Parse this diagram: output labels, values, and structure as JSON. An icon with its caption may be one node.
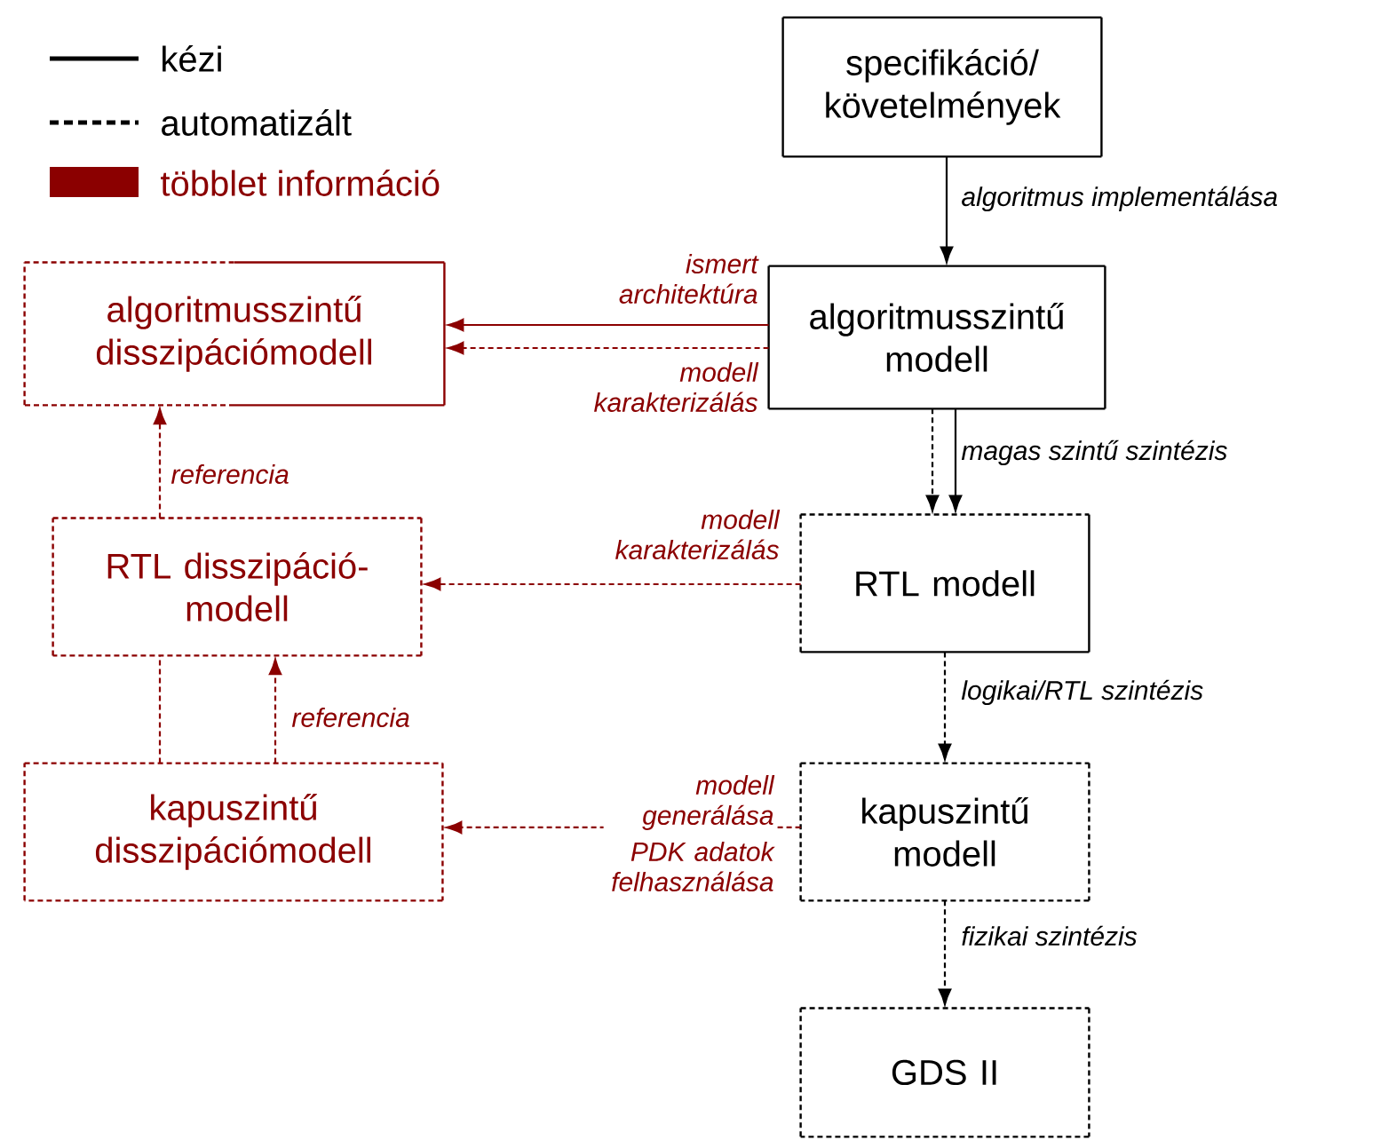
{
  "diagram": {
    "nodes": [
      {
        "text": [
          "specifikáció/ követelmények"
        ]
      },
      {
        "text": [
          "algoritmusszintű modell"
        ]
      },
      {
        "text": [
          "RTL modell"
        ]
      },
      {
        "text": [
          "kapuszintű modell"
        ]
      },
      {
        "text": [
          "GDS II"
        ]
      },
      {
        "text": [
          "algoritmusszintű disszipációmodell"
        ]
      },
      {
        "text": [
          "RTL disszipáció- modell"
        ]
      },
      {
        "text": [
          "kapuszintű disszipációmodell"
        ]
      }
    ],
    "edges": [
      {
        "from": 0,
        "to": 1,
        "arrow": "to",
        "color": "#000000",
        "label": "algoritmus implementálása"
      },
      {
        "from": 1,
        "to": 2,
        "arrow": "to",
        "color": "#000000",
        "label": "magas szintű szintézis"
      },
      {
        "from": 1,
        "to": 2,
        "arrow": "to",
        "style": "dashed",
        "color": "#000000"
      },
      {
        "from": 2,
        "to": 3,
        "arrow": "to",
        "style": "dashed",
        "color": "#000000",
        "label": "logikai/RTL szintézis"
      },
      {
        "from": 3,
        "to": 4,
        "arrow": "to",
        "style": "dashed",
        "color": "#000000",
        "label": "fizikai szintézis"
      },
      {
        "from": 1,
        "to": 5,
        "arrow": "to",
        "color": "#8b0000",
        "label": "ismert architektúra"
      },
      {
        "from": 1,
        "to": 5,
        "arrow": "to",
        "style": "dashed",
        "color": "#8b0000",
        "label": "modell karakterizálás"
      },
      {
        "from": 2,
        "to": 6,
        "arrow": "to",
        "style": "dashed",
        "color": "#8b0000",
        "label": "modell karakterizálás"
      },
      {
        "from": 3,
        "to": 7,
        "arrow": "to",
        "style": "dashed",
        "color": "#8b0000",
        "label": "modell generálása"
      },
      {
        "from": 6,
        "to": 5,
        "arrow": "to",
        "style": "dashed",
        "color": "#8b0000",
        "label": "referencia"
      },
      {
        "from": 7,
        "to": 6,
        "arrow": "to",
        "style": "dashed",
        "color": "#8b0000",
        "label": "referencia"
      },
      {
        "from": 7,
        "to": 6,
        "arrow": "none",
        "style": "dashed",
        "color": "#8b0000"
      }
    ],
    "labels": [
      "PDK adatok felhasználása"
    ],
    "legend": [
      {
        "text": "kézi"
      },
      {
        "text": "automatizált"
      },
      {
        "text": "többlet információ",
        "color": "#8b0000"
      }
    ]
  }
}
